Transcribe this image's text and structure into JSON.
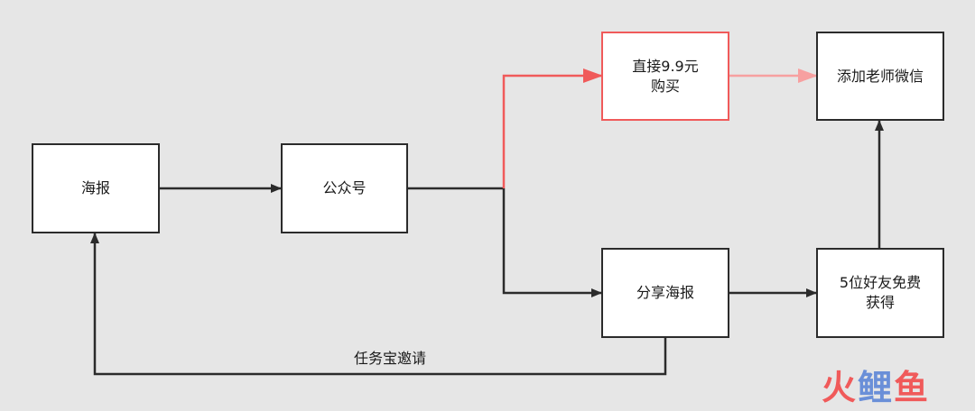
{
  "nodes": {
    "poster": "海报",
    "official_account": "公众号",
    "buy_direct": "直接9.9元\n购买",
    "add_teacher": "添加老师微信",
    "share_poster": "分享海报",
    "five_friends": "5位好友免费\n获得"
  },
  "edges": {
    "task_invite": "任务宝邀请"
  },
  "colors": {
    "background": "#e6e6e6",
    "stroke": "#2b2b2b",
    "highlight": "#f05a5a",
    "highlight_light": "#f7a0a0"
  },
  "watermark": {
    "char1": "火",
    "char2": "鲤",
    "char3": "鱼",
    "colors": [
      "#f05a5a",
      "#6a8fd8",
      "#f05a5a"
    ]
  }
}
